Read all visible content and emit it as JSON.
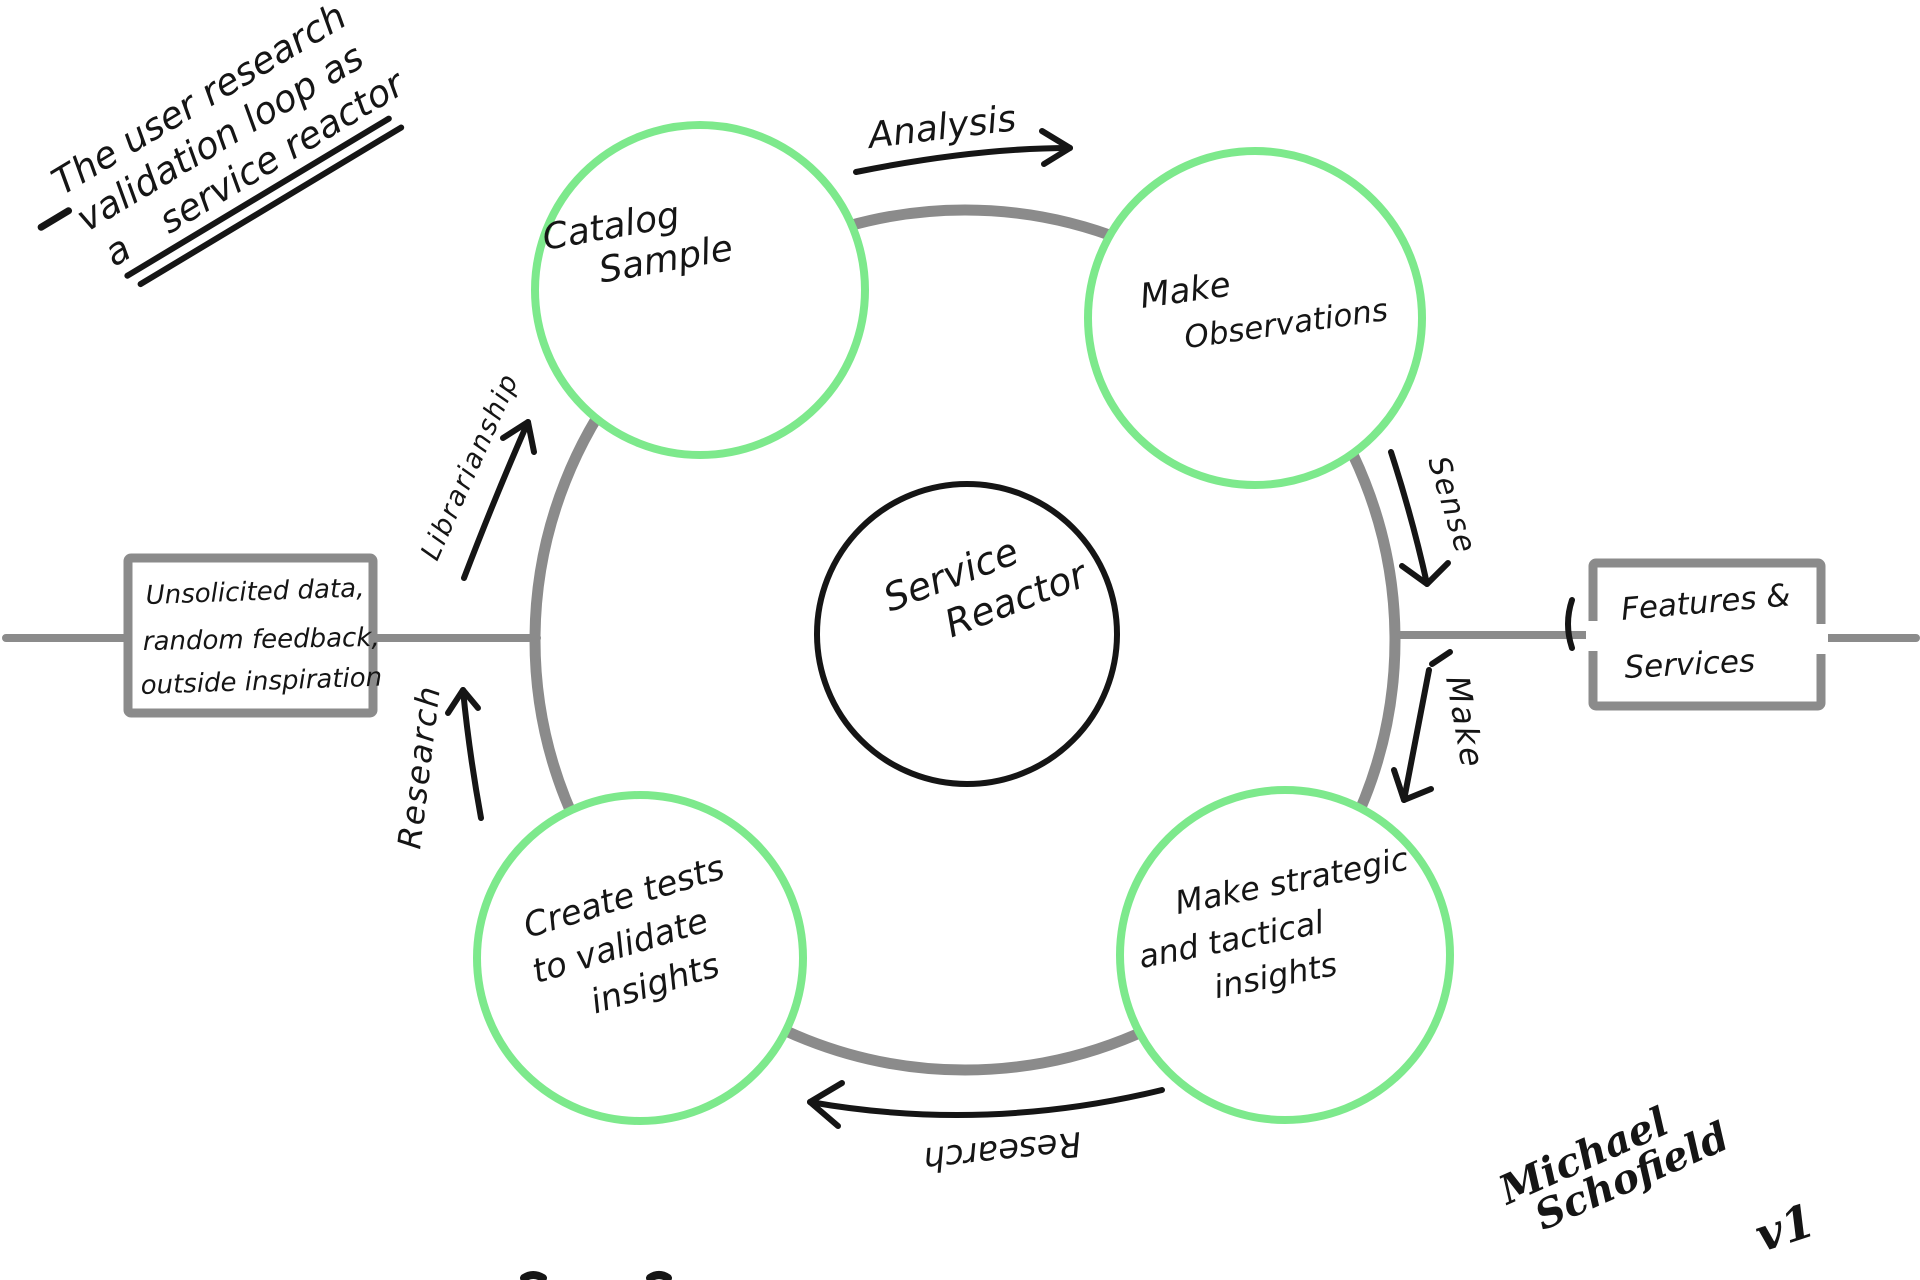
{
  "title": {
    "line1": "The user research",
    "line2": "validation loop as",
    "line3_prefix": "a",
    "line3_emphasis": "service reactor"
  },
  "core": {
    "line1": "Service",
    "line2": "Reactor"
  },
  "stages": {
    "catalog_sample": {
      "line1": "Catalog",
      "line2": "Sample"
    },
    "make_observations": {
      "line1": "Make",
      "line2": "Observations"
    },
    "create_tests": {
      "line1": "Create tests",
      "line2": "to validate",
      "line3": "insights"
    },
    "strategic_insights": {
      "line1": "Make strategic",
      "line2": "and tactical",
      "line3": "insights"
    }
  },
  "flow_labels": {
    "analysis": "Analysis",
    "librarianship": "Librarianship",
    "research_left": "Research",
    "sense": "Sense",
    "make": "Make",
    "research_bottom": "Research"
  },
  "input_box": {
    "line1": "Unsolicited data,",
    "line2": "random feedback,",
    "line3": "outside inspiration"
  },
  "output_box": {
    "line1": "Features &",
    "line2": "Services"
  },
  "signature": {
    "name_line1": "Michael",
    "name_line2": "Schofield",
    "version": "v1"
  },
  "colors": {
    "stage_green": "#7de98c",
    "loop_gray": "#8b8b8b",
    "ink": "#151515"
  }
}
